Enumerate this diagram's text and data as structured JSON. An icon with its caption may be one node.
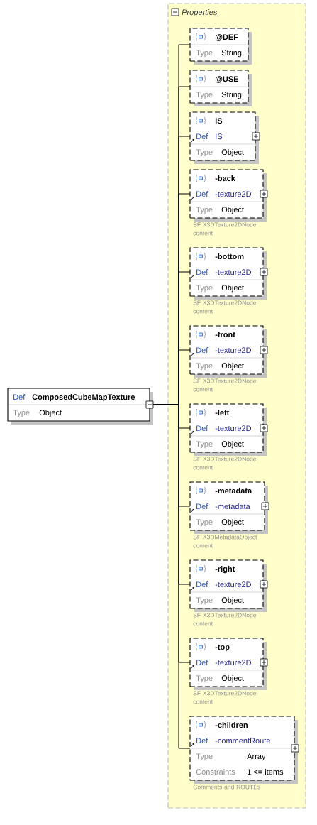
{
  "diagram": {
    "nodes": [
      {
        "text": [
          "Def",
          "ComposedCubeMapTexture",
          "Type",
          "Object"
        ]
      },
      {
        "text": [
          "Properties"
        ]
      },
      {
        "text": [
          "@DEF",
          "Type",
          "String"
        ],
        "in": 1
      },
      {
        "text": [
          "@USE",
          "Type",
          "String"
        ],
        "in": 1
      },
      {
        "text": [
          "IS",
          "Def",
          "IS",
          "Type",
          "Object"
        ],
        "in": 1
      },
      {
        "text": [
          "-back",
          "Def",
          "-texture2D",
          "Type",
          "Object"
        ],
        "beside": [
          "SF X3DTexture2DNode content"
        ],
        "in": 1
      },
      {
        "text": [
          "-bottom",
          "Def",
          "-texture2D",
          "Type",
          "Object"
        ],
        "beside": [
          "SF X3DTexture2DNode content"
        ],
        "in": 1
      },
      {
        "text": [
          "-front",
          "Def",
          "-texture2D",
          "Type",
          "Object"
        ],
        "beside": [
          "SF X3DTexture2DNode content"
        ],
        "in": 1
      },
      {
        "text": [
          "-left",
          "Def",
          "-texture2D",
          "Type",
          "Object"
        ],
        "beside": [
          "SF X3DTexture2DNode content"
        ],
        "in": 1
      },
      {
        "text": [
          "-metadata",
          "Def",
          "-metadata",
          "Type",
          "Object"
        ],
        "beside": [
          "SF X3DMetadataObject content"
        ],
        "in": 1
      },
      {
        "text": [
          "-right",
          "Def",
          "-texture2D",
          "Type",
          "Object"
        ],
        "beside": [
          "SF X3DTexture2DNode content"
        ],
        "in": 1
      },
      {
        "text": [
          "-top",
          "Def",
          "-texture2D",
          "Type",
          "Object"
        ],
        "beside": [
          "SF X3DTexture2DNode content"
        ],
        "in": 1
      },
      {
        "text": [
          "-children",
          "Def",
          "-commentRoute",
          "Type",
          "Array",
          "Constraints",
          "1 <= items"
        ],
        "beside": [
          "Comments and ROUTEs"
        ],
        "in": 1
      }
    ],
    "edges": [
      {
        "from": 0,
        "to": 2,
        "arrow": "none"
      },
      {
        "from": 0,
        "to": 3,
        "arrow": "none"
      },
      {
        "from": 0,
        "to": 4,
        "arrow": "none"
      },
      {
        "from": 0,
        "to": 5,
        "arrow": "none"
      },
      {
        "from": 0,
        "to": 6,
        "arrow": "none"
      },
      {
        "from": 0,
        "to": 7,
        "arrow": "none"
      },
      {
        "from": 0,
        "to": 8,
        "arrow": "none"
      },
      {
        "from": 0,
        "to": 9,
        "arrow": "none"
      },
      {
        "from": 0,
        "to": 10,
        "arrow": "none"
      },
      {
        "from": 0,
        "to": 11,
        "arrow": "none"
      },
      {
        "from": 0,
        "to": 12,
        "arrow": "none"
      }
    ]
  }
}
